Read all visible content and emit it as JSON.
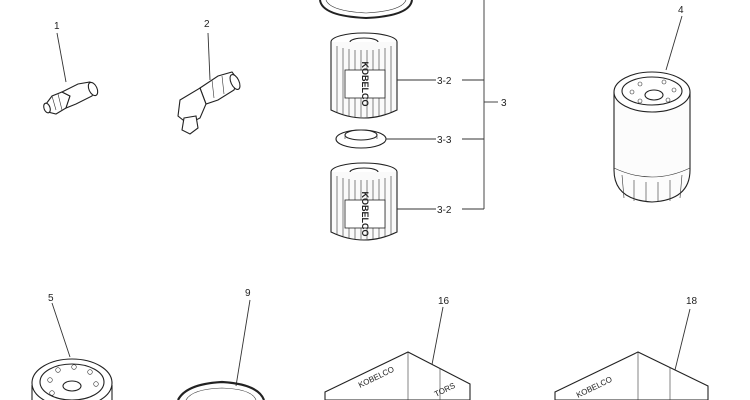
{
  "labels": {
    "p1": "1",
    "p2": "2",
    "p3": "3",
    "p3_2_top": "3-2",
    "p3_3": "3-3",
    "p3_2_bottom": "3-2",
    "p4": "4",
    "p5": "5",
    "p9": "9",
    "p16": "16",
    "p18": "18"
  },
  "branding": {
    "element_top": "KOBELCO",
    "element_bottom": "KOBELCO",
    "box16_brand": "KOBELCO",
    "box16_side": "TORS",
    "box18_brand": "KOBELCO"
  }
}
